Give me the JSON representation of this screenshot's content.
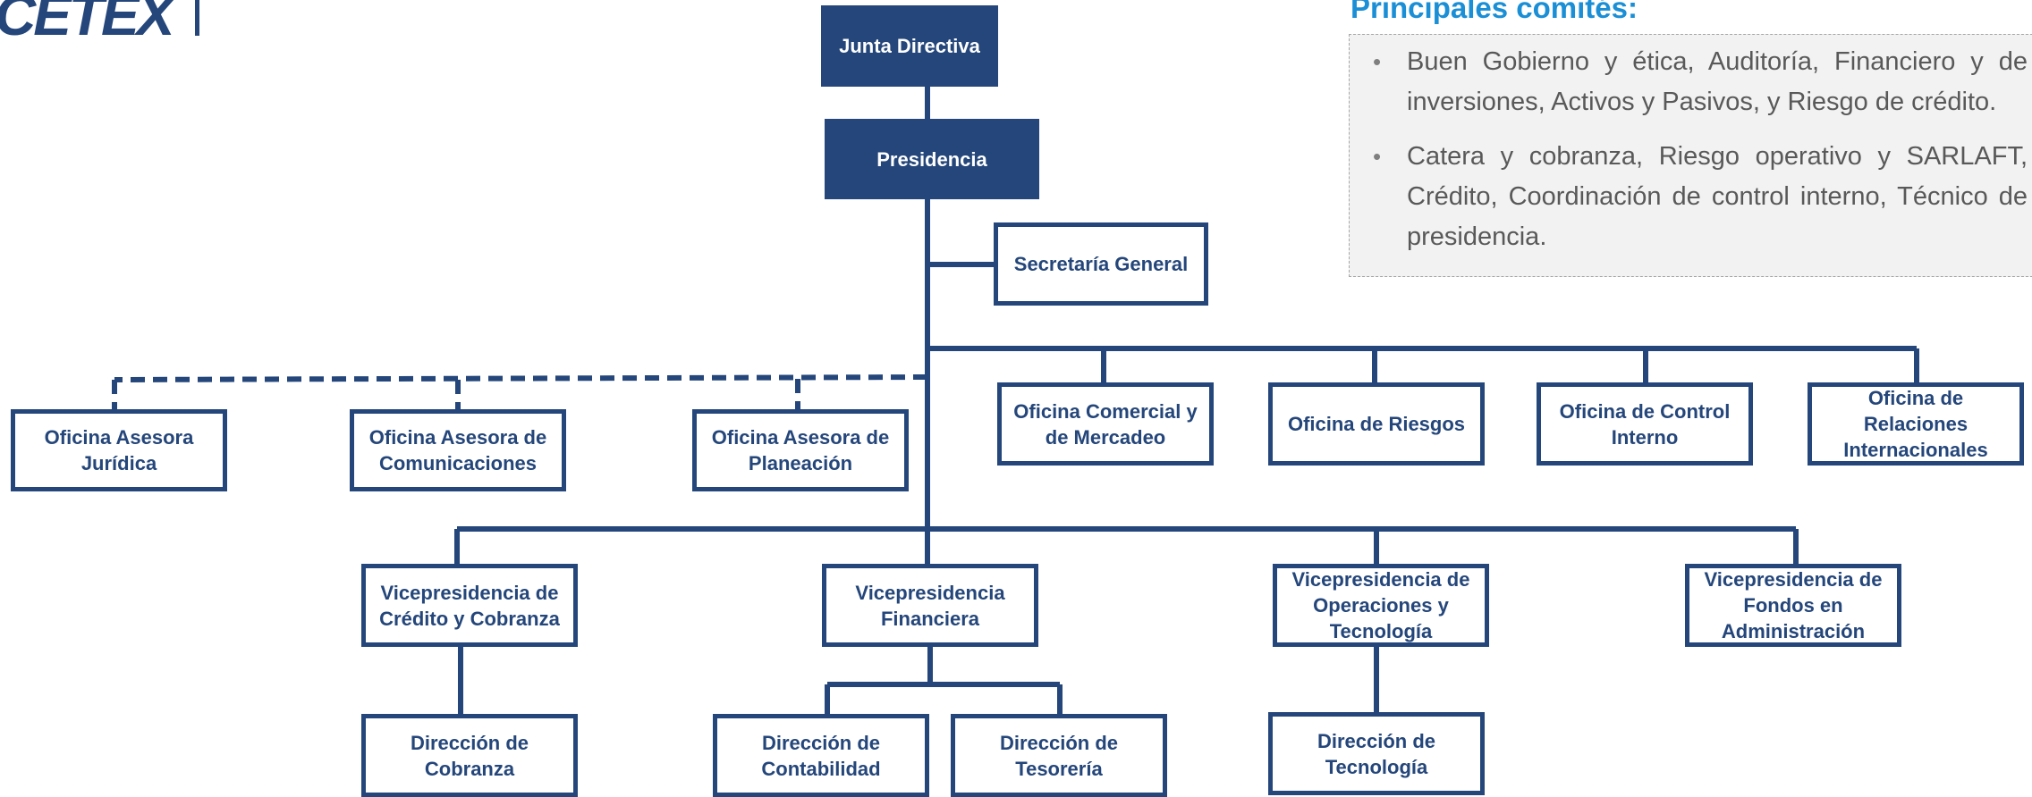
{
  "logo": {
    "text": "CETEX"
  },
  "committees": {
    "title": "Principales comités:",
    "items": [
      "Buen Gobierno y ética, Auditoría, Financiero y de inversiones, Activos y Pasivos, y Riesgo de crédito.",
      "Catera y cobranza, Riesgo operativo y SARLAFT, Crédito, Coordinación de control interno, Técnico de presidencia."
    ]
  },
  "org": {
    "junta": "Junta Directiva",
    "presidencia": "Presidencia",
    "secretaria": "Secretaría General",
    "asesoras": [
      "Oficina Asesora Jurídica",
      "Oficina Asesora de Comunicaciones",
      "Oficina Asesora de Planeación"
    ],
    "oficinas": [
      "Oficina Comercial y de Mercadeo",
      "Oficina de Riesgos",
      "Oficina de Control Interno",
      "Oficina de Relaciones Internacionales"
    ],
    "vicepresidencias": [
      "Vicepresidencia de Crédito y Cobranza",
      "Vicepresidencia Financiera",
      "Vicepresidencia de Operaciones y Tecnología",
      "Vicepresidencia de Fondos en Administración"
    ],
    "direcciones": [
      "Dirección de Cobranza",
      "Dirección de Contabilidad",
      "Dirección de Tesorería",
      "Dirección de Tecnología"
    ]
  }
}
